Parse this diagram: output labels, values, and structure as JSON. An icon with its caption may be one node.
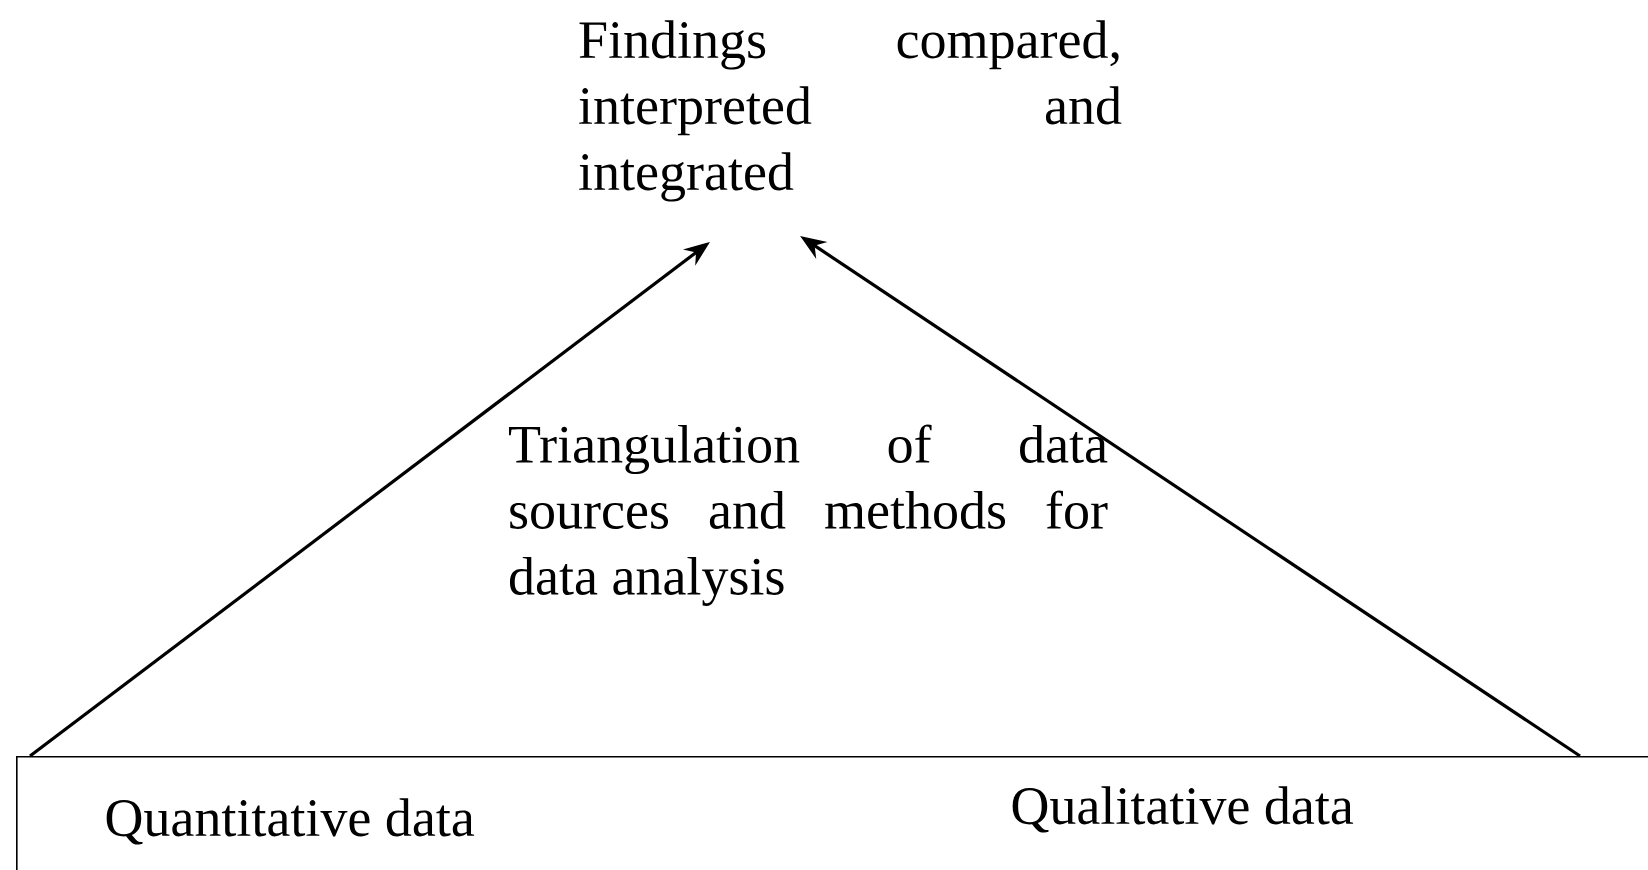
{
  "diagram": {
    "nodes": [
      {
        "text": [
          "Findings compared, interpreted and integrated"
        ]
      },
      {
        "text": [],
        "shape": "box"
      },
      {
        "text": [
          "Quantitative data"
        ],
        "in": 1
      },
      {
        "text": [
          "Qualitative data"
        ],
        "in": 1
      },
      {
        "text": [
          "Triangulation of data sources and methods for data analysis"
        ]
      }
    ],
    "edges": [
      {
        "from": 1,
        "to": 0,
        "arrow": "to"
      },
      {
        "from": 1,
        "to": 0,
        "arrow": "to"
      }
    ]
  }
}
